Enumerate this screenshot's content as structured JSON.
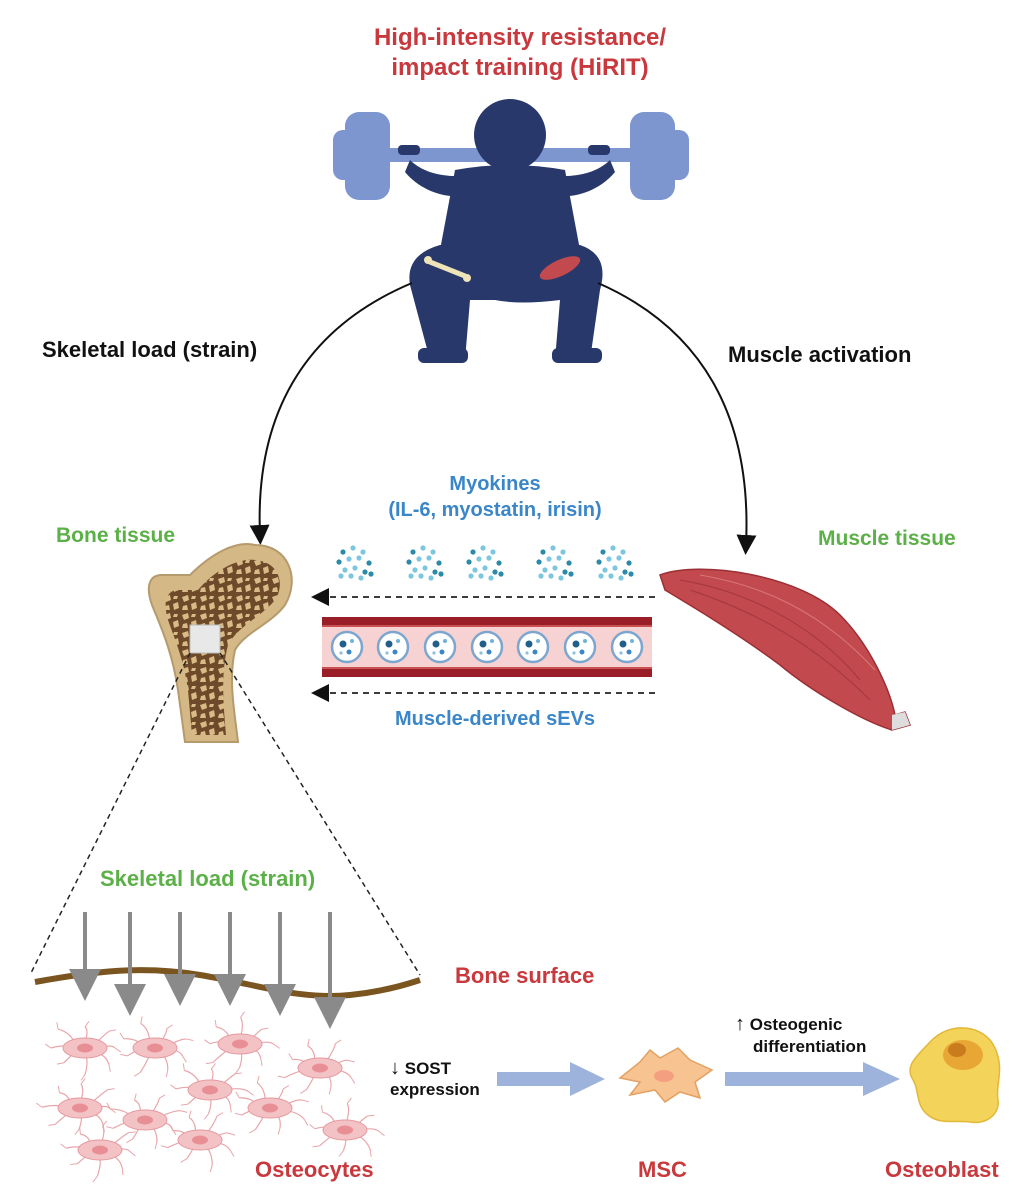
{
  "title_line1": "High-intensity resistance/",
  "title_line2": "impact training (HiRIT)",
  "skeletal_load_top": "Skeletal load (strain)",
  "muscle_activation": "Muscle activation",
  "bone_tissue": "Bone tissue",
  "muscle_tissue": "Muscle tissue",
  "myokines_line1": "Myokines",
  "myokines_line2": "(IL-6, myostatin, irisin)",
  "sevs": "Muscle-derived sEVs",
  "skeletal_load_bottom": "Skeletal load (strain)",
  "bone_surface": "Bone surface",
  "sost_arrow": "↓",
  "sost_line1": "SOST",
  "sost_line2": "expression",
  "osteo_arrow": "↑",
  "osteo_line1": "Osteogenic",
  "osteo_line2": "differentiation",
  "osteocytes": "Osteocytes",
  "msc": "MSC",
  "osteoblast": "Osteoblast",
  "colors": {
    "red": "#c8383c",
    "blue": "#3a86c8",
    "green": "#5cb048",
    "navy": "#28386b",
    "barbell": "#7d96cf",
    "muscle": "#c24a4e",
    "bone": "#d4b886",
    "cell_pink": "#f3c2c4",
    "msc_orange": "#f6c391",
    "osteoblast_yellow": "#f3d35a"
  }
}
